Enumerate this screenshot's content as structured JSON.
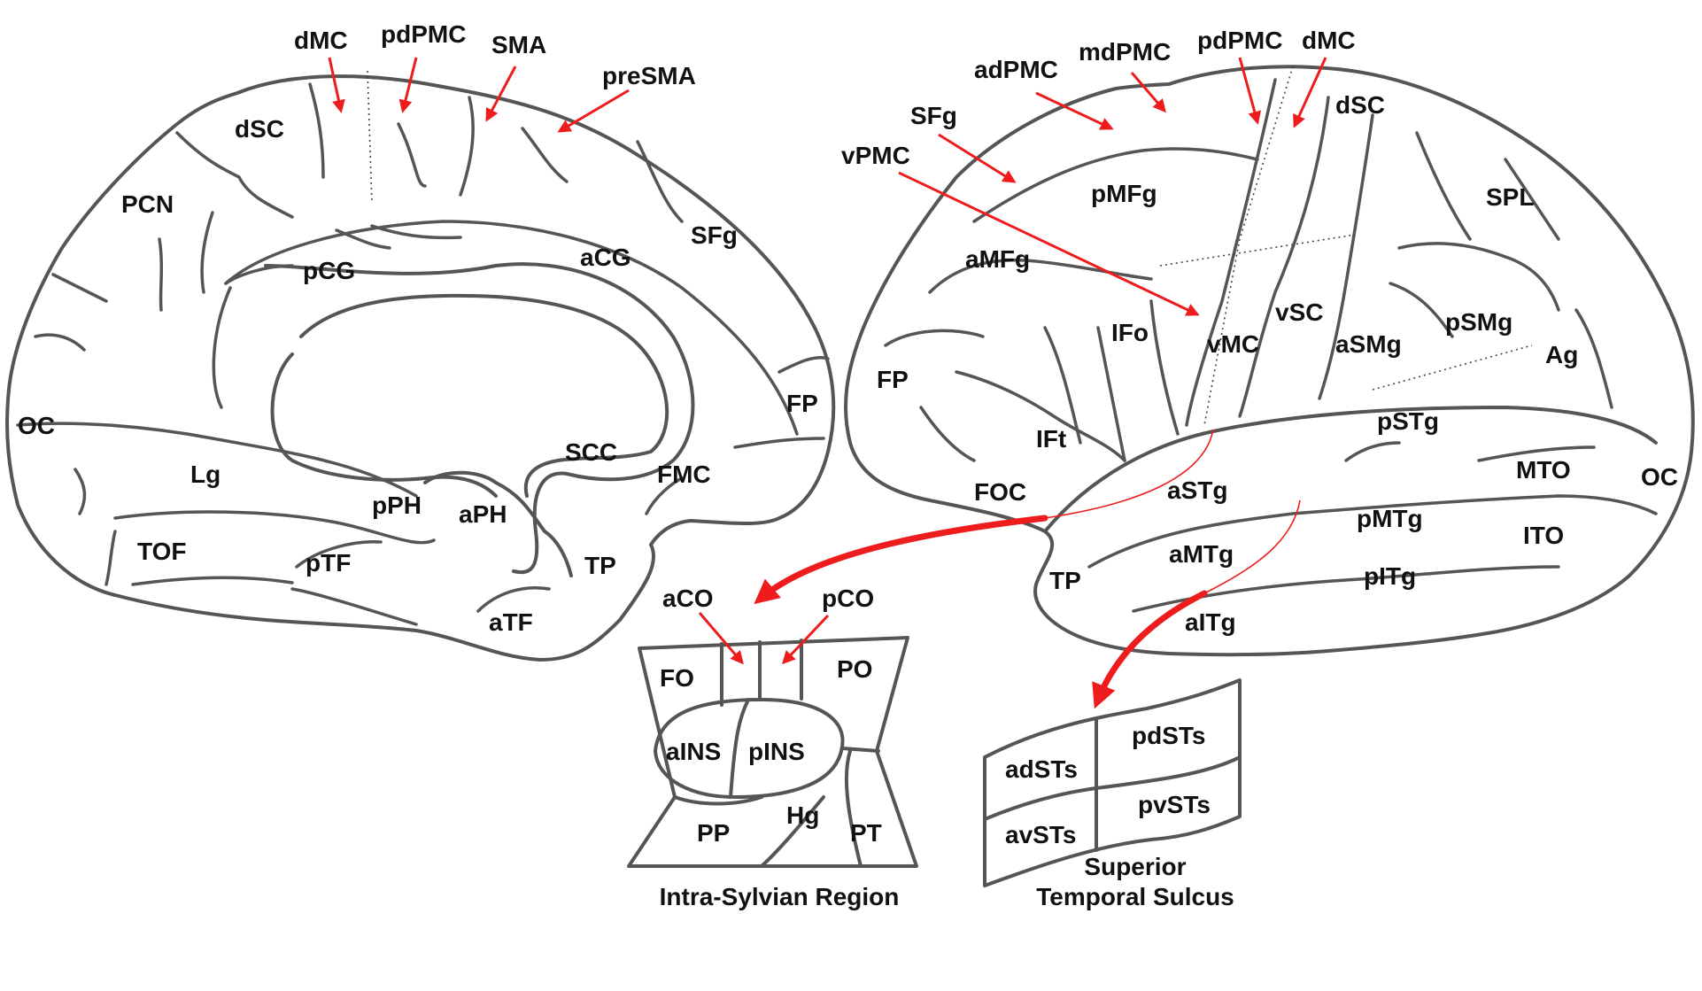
{
  "medial": {
    "labels": {
      "dMC": "dMC",
      "pdPMC": "pdPMC",
      "SMA": "SMA",
      "preSMA": "preSMA",
      "dSC": "dSC",
      "PCN": "PCN",
      "pCG": "pCG",
      "aCG": "aCG",
      "SFg": "SFg",
      "OC": "OC",
      "Lg": "Lg",
      "FP": "FP",
      "SCC": "SCC",
      "FMC": "FMC",
      "pPH": "pPH",
      "aPH": "aPH",
      "TOF": "TOF",
      "pTF": "pTF",
      "TP": "TP",
      "aTF": "aTF"
    }
  },
  "lateral": {
    "labels": {
      "adPMC": "adPMC",
      "mdPMC": "mdPMC",
      "pdPMC": "pdPMC",
      "dMC": "dMC",
      "SFg": "SFg",
      "vPMC": "vPMC",
      "dSC": "dSC",
      "pMFg": "pMFg",
      "SPL": "SPL",
      "aMFg": "aMFg",
      "IFo": "IFo",
      "vSC": "vSC",
      "vMC": "vMC",
      "aSMg": "aSMg",
      "pSMg": "pSMg",
      "Ag": "Ag",
      "FP": "FP",
      "IFt": "IFt",
      "pSTg": "pSTg",
      "FOC": "FOC",
      "aSTg": "aSTg",
      "MTO": "MTO",
      "OC": "OC",
      "pMTg": "pMTg",
      "ITO": "ITO",
      "TP": "TP",
      "aMTg": "aMTg",
      "pITg": "pITg",
      "aITg": "aITg"
    }
  },
  "intra_sylvian": {
    "labels": {
      "aCO": "aCO",
      "pCO": "pCO",
      "FO": "FO",
      "PO": "PO",
      "aINS": "aINS",
      "pINS": "pINS",
      "PP": "PP",
      "Hg": "Hg",
      "PT": "PT"
    },
    "caption": "Intra-Sylvian Region"
  },
  "superior_temporal_sulcus": {
    "labels": {
      "adSTs": "adSTs",
      "pdSTs": "pdSTs",
      "avSTs": "avSTs",
      "pvSTs": "pvSTs"
    },
    "caption_line1": "Superior",
    "caption_line2": "Temporal Sulcus"
  },
  "colors": {
    "outline": "#555555",
    "arrow": "#ee1c1c",
    "text": "#111111",
    "background": "#ffffff"
  }
}
